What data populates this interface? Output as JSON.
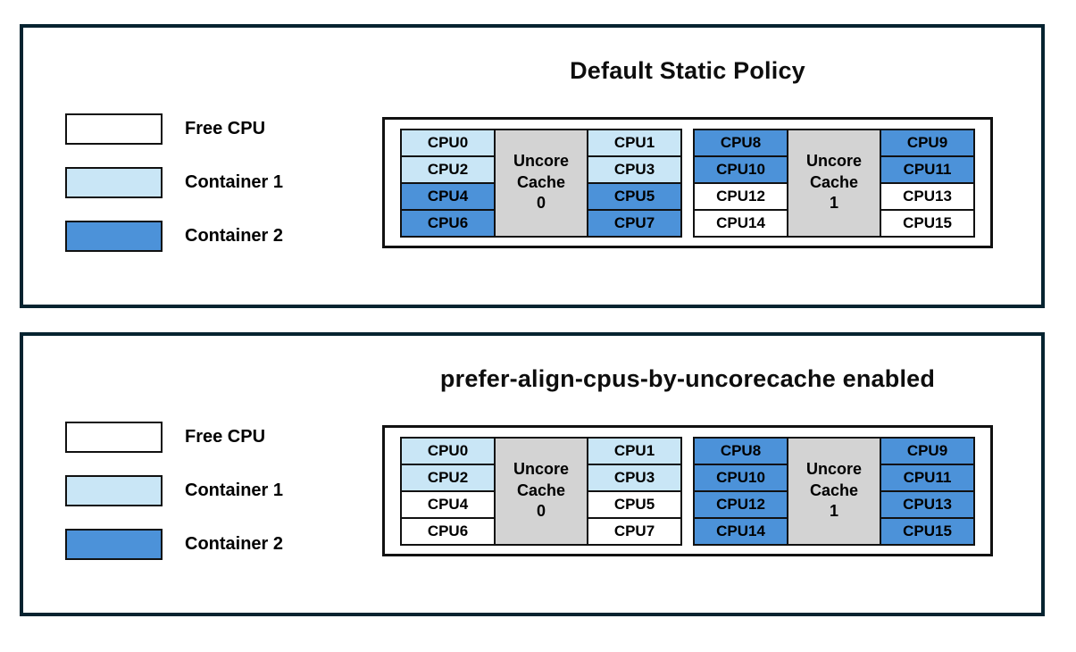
{
  "colors": {
    "free_cpu": "#ffffff",
    "container1": "#c9e6f6",
    "container2": "#4c92d9",
    "cache_fill": "#d3d3d3",
    "frame_border": "#062330"
  },
  "legend": {
    "items": [
      {
        "label": "Free CPU",
        "color_key": "free_cpu"
      },
      {
        "label": "Container 1",
        "color_key": "container1"
      },
      {
        "label": "Container 2",
        "color_key": "container2"
      }
    ]
  },
  "panels": [
    {
      "title": "Default Static Policy",
      "groups": [
        {
          "cache_lines": [
            "Uncore",
            "Cache",
            "0"
          ],
          "left_cpus": [
            {
              "label": "CPU0",
              "state": "container1"
            },
            {
              "label": "CPU2",
              "state": "container1"
            },
            {
              "label": "CPU4",
              "state": "container2"
            },
            {
              "label": "CPU6",
              "state": "container2"
            }
          ],
          "right_cpus": [
            {
              "label": "CPU1",
              "state": "container1"
            },
            {
              "label": "CPU3",
              "state": "container1"
            },
            {
              "label": "CPU5",
              "state": "container2"
            },
            {
              "label": "CPU7",
              "state": "container2"
            }
          ]
        },
        {
          "cache_lines": [
            "Uncore",
            "Cache",
            "1"
          ],
          "left_cpus": [
            {
              "label": "CPU8",
              "state": "container2"
            },
            {
              "label": "CPU10",
              "state": "container2"
            },
            {
              "label": "CPU12",
              "state": "free_cpu"
            },
            {
              "label": "CPU14",
              "state": "free_cpu"
            }
          ],
          "right_cpus": [
            {
              "label": "CPU9",
              "state": "container2"
            },
            {
              "label": "CPU11",
              "state": "container2"
            },
            {
              "label": "CPU13",
              "state": "free_cpu"
            },
            {
              "label": "CPU15",
              "state": "free_cpu"
            }
          ]
        }
      ]
    },
    {
      "title": "prefer-align-cpus-by-uncorecache enabled",
      "groups": [
        {
          "cache_lines": [
            "Uncore",
            "Cache",
            "0"
          ],
          "left_cpus": [
            {
              "label": "CPU0",
              "state": "container1"
            },
            {
              "label": "CPU2",
              "state": "container1"
            },
            {
              "label": "CPU4",
              "state": "free_cpu"
            },
            {
              "label": "CPU6",
              "state": "free_cpu"
            }
          ],
          "right_cpus": [
            {
              "label": "CPU1",
              "state": "container1"
            },
            {
              "label": "CPU3",
              "state": "container1"
            },
            {
              "label": "CPU5",
              "state": "free_cpu"
            },
            {
              "label": "CPU7",
              "state": "free_cpu"
            }
          ]
        },
        {
          "cache_lines": [
            "Uncore",
            "Cache",
            "1"
          ],
          "left_cpus": [
            {
              "label": "CPU8",
              "state": "container2"
            },
            {
              "label": "CPU10",
              "state": "container2"
            },
            {
              "label": "CPU12",
              "state": "container2"
            },
            {
              "label": "CPU14",
              "state": "container2"
            }
          ],
          "right_cpus": [
            {
              "label": "CPU9",
              "state": "container2"
            },
            {
              "label": "CPU11",
              "state": "container2"
            },
            {
              "label": "CPU13",
              "state": "container2"
            },
            {
              "label": "CPU15",
              "state": "container2"
            }
          ]
        }
      ]
    }
  ]
}
